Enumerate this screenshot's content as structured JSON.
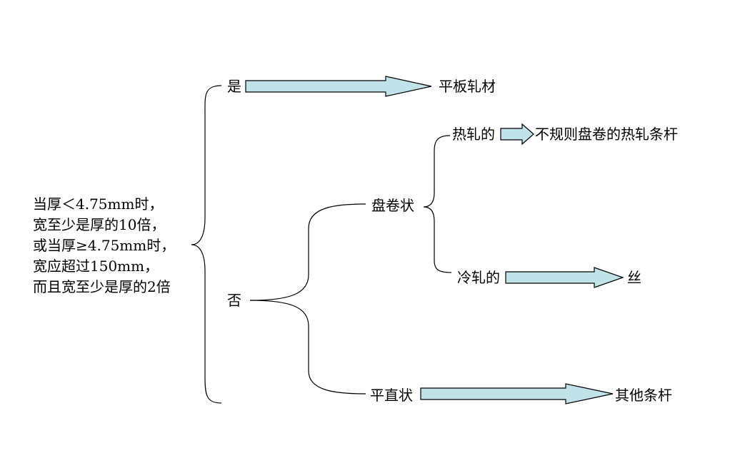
{
  "condition": {
    "lines": [
      "当厚＜4.75mm时，",
      "宽至少是厚的10倍，",
      "或当厚≥4.75mm时，",
      "宽应超过150mm，",
      "而且宽至少是厚的2倍"
    ]
  },
  "branches": {
    "yes": "是",
    "no": "否",
    "flat_rolled": "平板轧材",
    "coiled": "盘卷状",
    "hot_rolled": "热轧的",
    "irregular_coil": "不规则盘卷的热轧条杆",
    "cold_rolled": "冷轧的",
    "wire": "丝",
    "straight": "平直状",
    "other_bars": "其他条杆"
  },
  "colors": {
    "arrow_fill": "#bfe3e8",
    "line": "#000000"
  }
}
